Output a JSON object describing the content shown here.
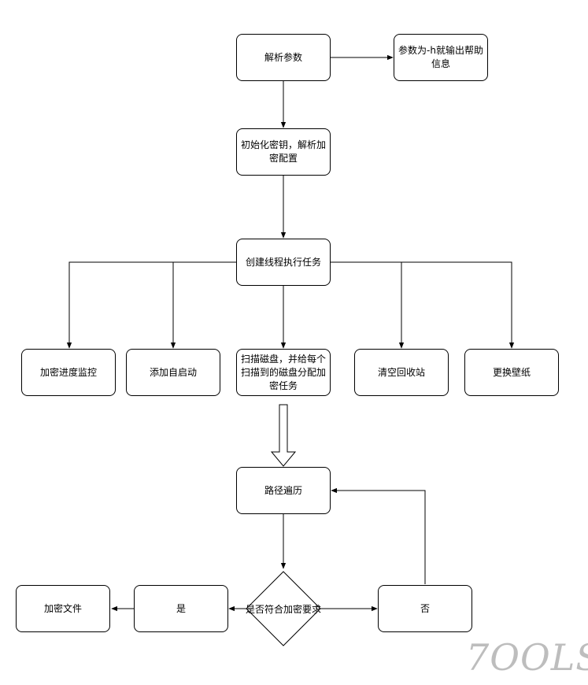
{
  "nodes": {
    "parse_args": "解析参数",
    "help_info": "参数为-h就输出帮助信息",
    "init_keys": "初始化密钥，解析加密配置",
    "create_threads": "创建线程执行任务",
    "progress_monitor": "加密进度监控",
    "add_autostart": "添加自启动",
    "scan_disks": "扫描磁盘，并给每个扫描到的磁盘分配加密任务",
    "empty_recycle_bin": "清空回收站",
    "change_wallpaper": "更换壁纸",
    "path_traversal": "路径遍历",
    "check_requirement": "是否符合加密要求",
    "yes": "是",
    "no": "否",
    "encrypt_file": "加密文件"
  },
  "watermark": "7OOLS"
}
